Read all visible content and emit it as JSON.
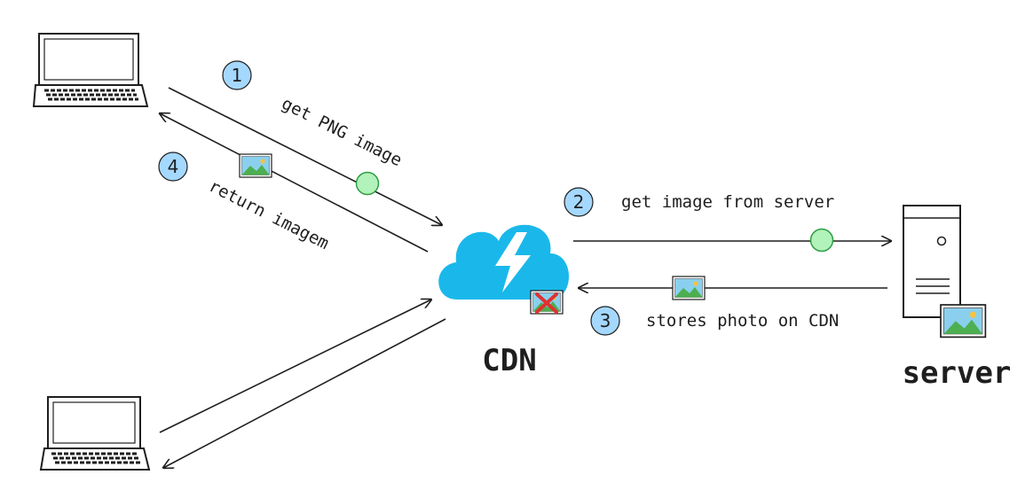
{
  "nodes": {
    "cdn": {
      "label": "CDN",
      "icon": "cloud-bolt-icon"
    },
    "server": {
      "label": "server",
      "icon": "server-tower-icon"
    },
    "client_top": {
      "icon": "laptop-icon"
    },
    "client_bottom": {
      "icon": "laptop-icon"
    }
  },
  "steps": [
    {
      "number": "1",
      "label": "get PNG image"
    },
    {
      "number": "2",
      "label": "get image from server"
    },
    {
      "number": "3",
      "label": "stores photo on CDN"
    },
    {
      "number": "4",
      "label": "return imagem"
    }
  ],
  "colors": {
    "cdn_cloud": "#1ab8ea",
    "step_badge": "#a5d8ff",
    "request_dot": "#b2f2bb",
    "request_dot_stroke": "#2f9e44",
    "cache_miss_x": "#e03131",
    "stroke": "#1e1e1e"
  }
}
